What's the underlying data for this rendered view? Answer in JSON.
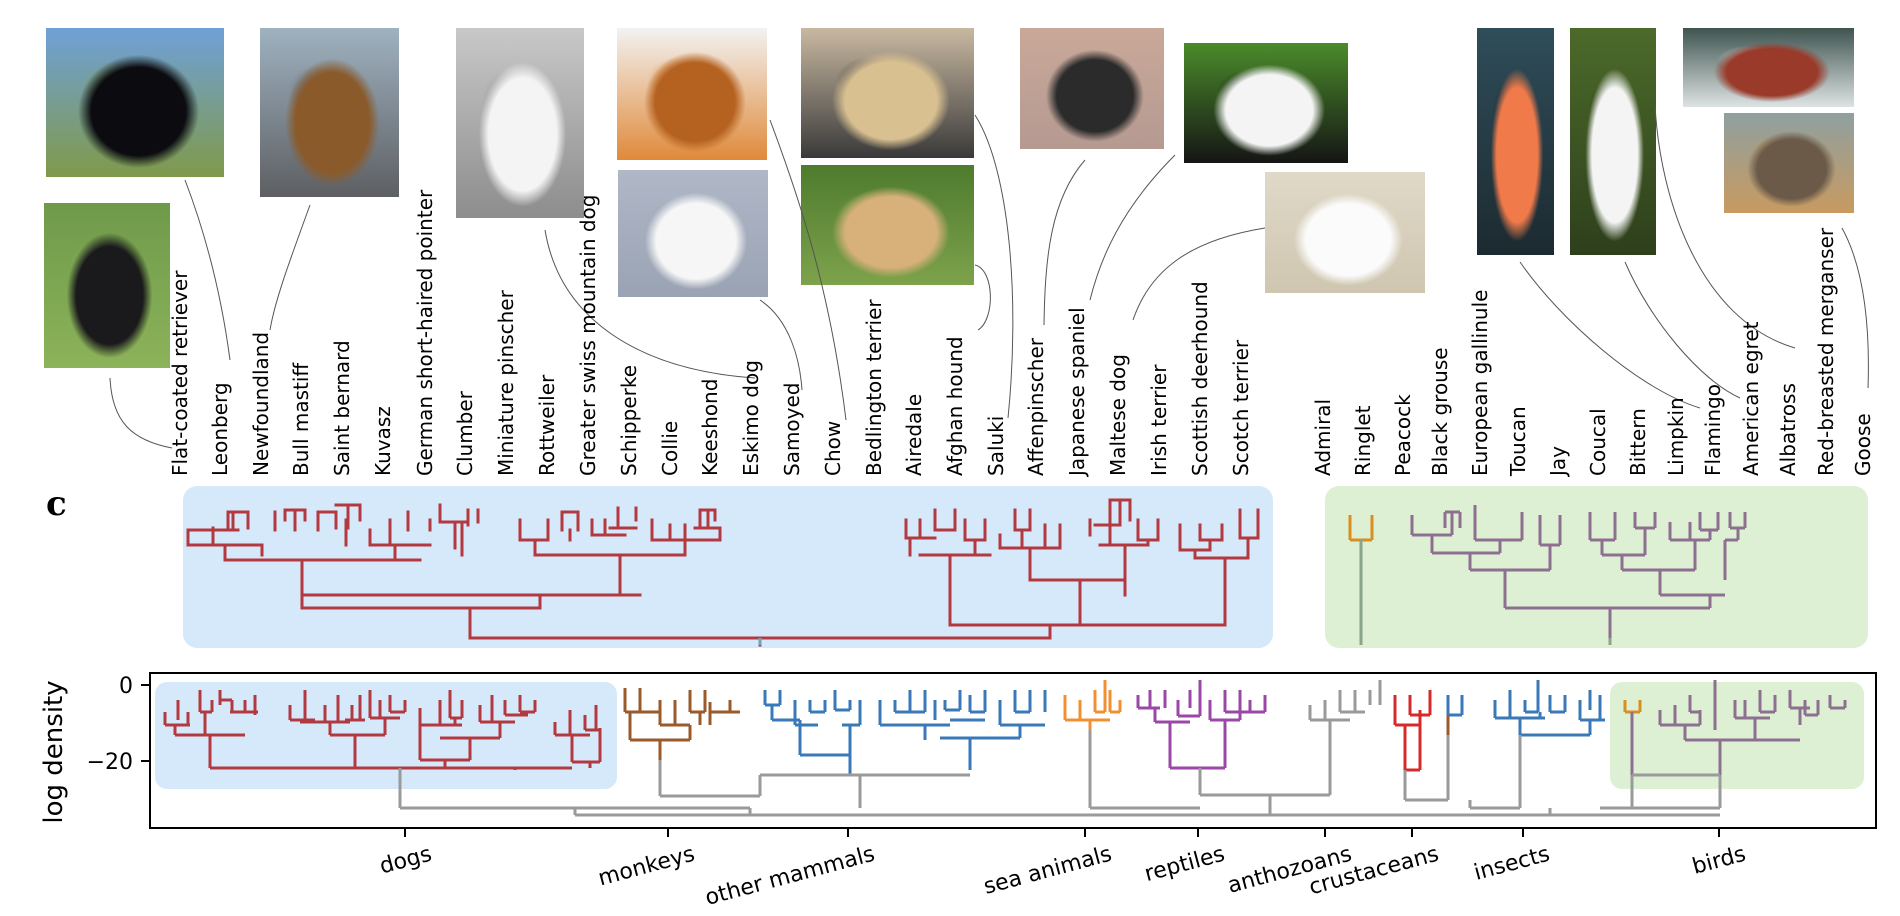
{
  "panel_label": "c",
  "photos": [
    {
      "id": "dog-flat-coated",
      "icon": "black-dog-photo",
      "colors": [
        "#6fa0d8",
        "#0c0c10",
        "#7f9a4a"
      ]
    },
    {
      "id": "dog-leonberg",
      "icon": "brown-dog-photo",
      "colors": [
        "#9fb2c0",
        "#8a5a2b",
        "#5d5f63"
      ]
    },
    {
      "id": "dog-newfoundland",
      "icon": "black-dog-photo",
      "colors": [
        "#6f9a4a",
        "#1a1a1c",
        "#8cb35a"
      ]
    },
    {
      "id": "dog-greater-swiss",
      "icon": "white-dog-photo",
      "colors": [
        "#c8c8c8",
        "#f4f4f4",
        "#8d8d8d"
      ]
    },
    {
      "id": "dog-chow",
      "icon": "orange-dog-photo",
      "colors": [
        "#f2f2f2",
        "#b5611f",
        "#e08a3a"
      ]
    },
    {
      "id": "dog-samoyed",
      "icon": "white-dog-photo",
      "colors": [
        "#b0b8c8",
        "#f6f6f6",
        "#9aa3b3"
      ]
    },
    {
      "id": "dog-saluki",
      "icon": "greyhound-photo",
      "colors": [
        "#c8b8a0",
        "#d9c090",
        "#3a3a3a"
      ]
    },
    {
      "id": "dog-afghan",
      "icon": "afghan-hound-photo",
      "colors": [
        "#4e7b2e",
        "#d7b07a",
        "#7da24b"
      ]
    },
    {
      "id": "dog-affenpinscher",
      "icon": "black-dog-photo",
      "colors": [
        "#c9a898",
        "#2b2b2b",
        "#b59a92"
      ]
    },
    {
      "id": "dog-japanese-spaniel",
      "icon": "black-white-dog-photo",
      "colors": [
        "#4b8b2b",
        "#f4f4f4",
        "#151515"
      ]
    },
    {
      "id": "dog-maltese",
      "icon": "white-dog-photo",
      "colors": [
        "#e0d9c8",
        "#fbfbfb",
        "#cfc6b0"
      ]
    },
    {
      "id": "bird-flamingo",
      "icon": "flamingo-photo",
      "colors": [
        "#2f4d5a",
        "#f07a4a",
        "#1c2a30"
      ]
    },
    {
      "id": "bird-egret",
      "icon": "egret-photo",
      "colors": [
        "#4c6a2a",
        "#f4f4f4",
        "#2e3f1c"
      ]
    },
    {
      "id": "bird-merganser-1",
      "icon": "duck-photo",
      "colors": [
        "#3f5450",
        "#9a3a2a",
        "#dde3e3"
      ]
    },
    {
      "id": "bird-merganser-2",
      "icon": "duck-photo",
      "colors": [
        "#8fa0a0",
        "#6b5a48",
        "#c89a60"
      ]
    }
  ],
  "dog_labels": [
    "Flat-coated retriever",
    "Leonberg",
    "Newfoundland",
    "Bull mastiff",
    "Saint bernard",
    "Kuvasz",
    "German short-haired pointer",
    "Clumber",
    "Miniature pinscher",
    "Rottweiler",
    "Greater swiss mountain dog",
    "Schipperke",
    "Collie",
    "Keeshond",
    "Eskimo dog",
    "Samoyed",
    "Chow",
    "Bedlington terrier",
    "Airedale",
    "Afghan hound",
    "Saluki",
    "Affenpinscher",
    "Japanese spaniel",
    "Maltese dog",
    "Irish terrier",
    "Scottish deerhound",
    "Scotch terrier"
  ],
  "bird_labels": [
    "Admiral",
    "Ringlet",
    "Peacock",
    "Black grouse",
    "European gallinule",
    "Toucan",
    "Jay",
    "Coucal",
    "Bittern",
    "Limpkin",
    "Flamingo",
    "American egret",
    "Albatross",
    "Red-breasted merganser",
    "Goose"
  ],
  "bottom_chart": {
    "ylabel": "log density",
    "yticks": [
      "0",
      "−20"
    ],
    "ytick_values": [
      0,
      -20
    ],
    "categories": [
      "dogs",
      "monkeys",
      "other mammals",
      "sea animals",
      "reptiles",
      "anthozoans",
      "crustaceans",
      "insects",
      "birds"
    ]
  },
  "colors": {
    "dogs": "#b2393f",
    "birds": "#8d6f8f",
    "butterflies": "#d98e20",
    "monkeys": "#9a5a2a",
    "other_mammals": "#3a78b8",
    "sea_animals": "#f09030",
    "reptiles": "#9b47a8",
    "anthozoans": "#9a9a9a",
    "crustaceans": "#d62a2a",
    "insects_brown": "#9a5a2a",
    "insects": "#3a78b8",
    "root": "#9a9a9a",
    "dog_bg": "#d6e9fb",
    "bird_bg": "#def0d4"
  }
}
